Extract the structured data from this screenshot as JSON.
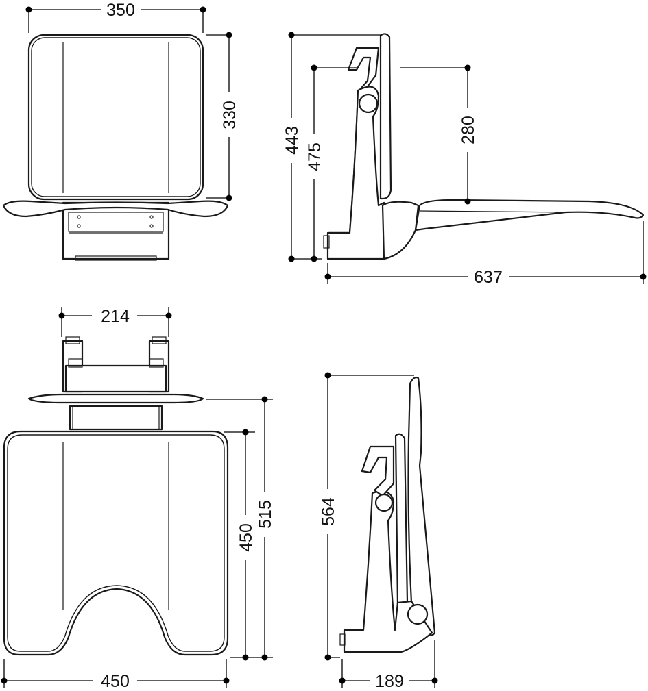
{
  "dimensions": {
    "top_view_width": "350",
    "top_view_depth": "330",
    "side_view_height_a": "443",
    "side_view_height_b": "475",
    "side_view_backrest": "280",
    "side_view_length": "637",
    "bracket_width": "214",
    "seat_depth_inner": "450",
    "seat_depth_outer": "515",
    "seat_width": "450",
    "folded_height": "564",
    "folded_depth": "189"
  },
  "colors": {
    "line": "#1a1a1a",
    "background": "#ffffff"
  }
}
